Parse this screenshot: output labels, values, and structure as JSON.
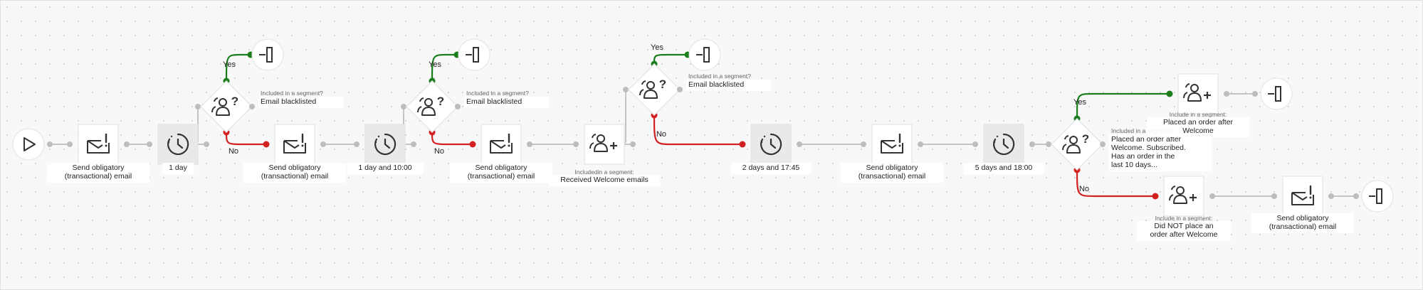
{
  "colors": {
    "connector": "#c4c4c4",
    "yes": "#1a7f1a",
    "no": "#d32020",
    "node_bg": "#ffffff",
    "wait_bg": "#e9e9e9",
    "icon": "#333333",
    "text": "#222222",
    "subtext": "#666666",
    "port": "#bdbdbd"
  },
  "branch_labels": {
    "yes": "Yes",
    "no": "No"
  },
  "nodes": [
    {
      "id": "start",
      "type": "start",
      "icon": "play-icon"
    },
    {
      "id": "email1",
      "type": "email",
      "icon": "mail-alert-icon",
      "label": "Send obligatory\n(transactional) email"
    },
    {
      "id": "wait1",
      "type": "wait",
      "icon": "clock-icon",
      "label": "1 day"
    },
    {
      "id": "cond1",
      "type": "condition",
      "icon": "segment-question-icon",
      "sub": "Included in a segment?",
      "label": "Email blacklisted"
    },
    {
      "id": "exit1",
      "type": "exit",
      "icon": "exit-icon"
    },
    {
      "id": "email2",
      "type": "email",
      "icon": "mail-alert-icon",
      "label": "Send obligatory\n(transactional) email"
    },
    {
      "id": "wait2",
      "type": "wait",
      "icon": "clock-icon",
      "label": "1 day and 10:00"
    },
    {
      "id": "cond2",
      "type": "condition",
      "icon": "segment-question-icon",
      "sub": "Included in a segment?",
      "label": "Email blacklisted"
    },
    {
      "id": "exit2",
      "type": "exit",
      "icon": "exit-icon"
    },
    {
      "id": "email3",
      "type": "email",
      "icon": "mail-alert-icon",
      "label": "Send obligatory\n(transactional) email"
    },
    {
      "id": "seg1",
      "type": "segment",
      "icon": "segment-add-icon",
      "sub": "Includedin a segment:",
      "label": "Received Welcome emails"
    },
    {
      "id": "cond3",
      "type": "condition",
      "icon": "segment-question-icon",
      "sub": "Included in a segment?",
      "label": "Email blacklisted"
    },
    {
      "id": "exit3",
      "type": "exit",
      "icon": "exit-icon"
    },
    {
      "id": "wait3",
      "type": "wait",
      "icon": "clock-icon",
      "label": "2 days and 17:45"
    },
    {
      "id": "email4",
      "type": "email",
      "icon": "mail-alert-icon",
      "label": "Send obligatory\n(transactional) email"
    },
    {
      "id": "wait4",
      "type": "wait",
      "icon": "clock-icon",
      "label": "5 days and 18:00"
    },
    {
      "id": "cond4",
      "type": "condition",
      "icon": "segment-question-icon",
      "sub": "Included in a segment?",
      "label": "Placed an order after\nWelcome. Subscribed.\nHas an order in the\nlast 10 days..."
    },
    {
      "id": "seg2",
      "type": "segment",
      "icon": "segment-add-icon",
      "sub": "Include in a segment:",
      "label": "Placed an order after\nWelcome"
    },
    {
      "id": "exit4",
      "type": "exit",
      "icon": "exit-icon"
    },
    {
      "id": "seg3",
      "type": "segment",
      "icon": "segment-add-icon",
      "sub": "Include in a segment:",
      "label": "Did NOT place an\norder after Welcome"
    },
    {
      "id": "email5",
      "type": "email",
      "icon": "mail-alert-icon",
      "label": "Send obligatory\n(transactional) email"
    },
    {
      "id": "exit5",
      "type": "exit",
      "icon": "exit-icon"
    }
  ],
  "edges": [
    {
      "from": "start",
      "to": "email1",
      "kind": "plain"
    },
    {
      "from": "email1",
      "to": "wait1",
      "kind": "plain"
    },
    {
      "from": "wait1",
      "to": "cond1",
      "kind": "plain"
    },
    {
      "from": "cond1",
      "to": "exit1",
      "kind": "yes"
    },
    {
      "from": "cond1",
      "to": "email2",
      "kind": "no"
    },
    {
      "from": "email2",
      "to": "wait2",
      "kind": "plain"
    },
    {
      "from": "wait2",
      "to": "cond2",
      "kind": "plain"
    },
    {
      "from": "cond2",
      "to": "exit2",
      "kind": "yes"
    },
    {
      "from": "cond2",
      "to": "email3",
      "kind": "no"
    },
    {
      "from": "email3",
      "to": "seg1",
      "kind": "plain"
    },
    {
      "from": "seg1",
      "to": "cond3",
      "kind": "plain"
    },
    {
      "from": "cond3",
      "to": "exit3",
      "kind": "yes"
    },
    {
      "from": "cond3",
      "to": "wait3",
      "kind": "no"
    },
    {
      "from": "wait3",
      "to": "email4",
      "kind": "plain"
    },
    {
      "from": "email4",
      "to": "wait4",
      "kind": "plain"
    },
    {
      "from": "wait4",
      "to": "cond4",
      "kind": "plain"
    },
    {
      "from": "cond4",
      "to": "seg2",
      "kind": "yes"
    },
    {
      "from": "seg2",
      "to": "exit4",
      "kind": "plain"
    },
    {
      "from": "cond4",
      "to": "seg3",
      "kind": "no"
    },
    {
      "from": "seg3",
      "to": "email5",
      "kind": "plain"
    },
    {
      "from": "email5",
      "to": "exit5",
      "kind": "plain"
    }
  ]
}
